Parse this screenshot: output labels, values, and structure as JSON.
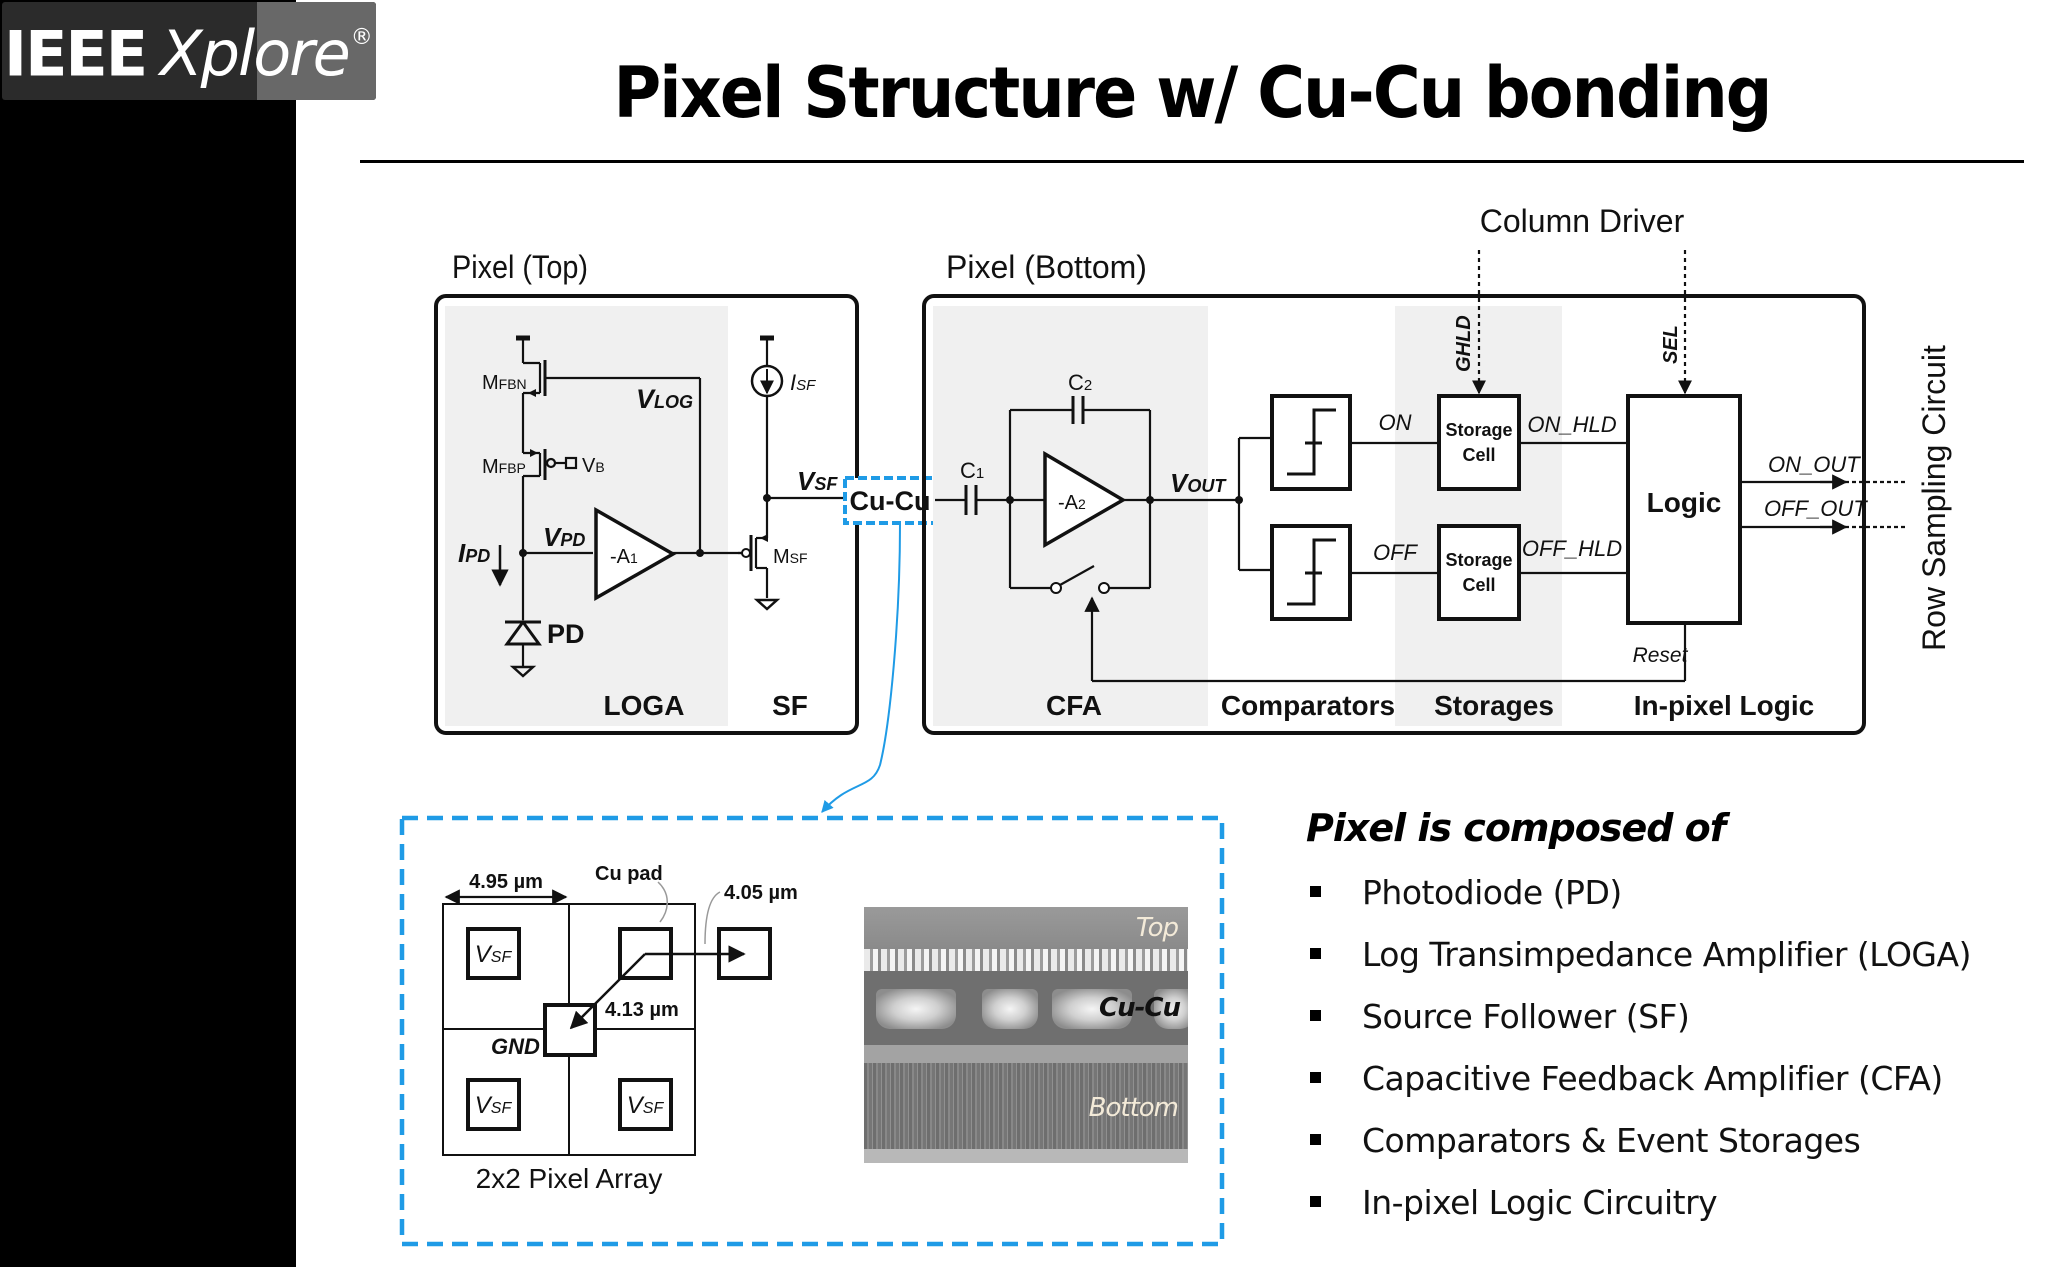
{
  "logo": {
    "brand": "IEEE",
    "product": "Xplore",
    "registered": "®"
  },
  "slide": {
    "title": "Pixel Structure w/ Cu-Cu bonding"
  },
  "diagram": {
    "pixel_top": {
      "label": "Pixel (Top)",
      "sections": [
        "LOGA",
        "SF"
      ],
      "components": {
        "mfbn": "M",
        "mfbn_sub": "FBN",
        "mfbp": "M",
        "mfbp_sub": "FBP",
        "vb": "V",
        "vb_sub": "B",
        "vlog": "V",
        "vlog_sub": "LOG",
        "vpd": "V",
        "vpd_sub": "PD",
        "ipd": "I",
        "ipd_sub": "PD",
        "pd": "PD",
        "amp1": "-A",
        "amp1_sub": "1",
        "isf": "I",
        "isf_sub": "SF",
        "vsf": "V",
        "vsf_sub": "SF",
        "msf": "M",
        "msf_sub": "SF"
      }
    },
    "cu_cu": "Cu-Cu",
    "pixel_bottom": {
      "label": "Pixel (Bottom)",
      "sections": [
        "CFA",
        "Comparators",
        "Storages",
        "In-pixel Logic"
      ],
      "components": {
        "c1": "C",
        "c1_sub": "1",
        "c2": "C",
        "c2_sub": "2",
        "amp2": "-A",
        "amp2_sub": "2",
        "vout": "V",
        "vout_sub": "OUT",
        "on": "ON",
        "off": "OFF",
        "storage_cell_line1": "Storage",
        "storage_cell_line2": "Cell",
        "on_hld": "ON_HLD",
        "off_hld": "OFF_HLD",
        "logic": "Logic",
        "ghld": "GHLD",
        "sel": "SEL",
        "reset": "Reset",
        "on_out": "ON_OUT",
        "off_out": "OFF_OUT"
      }
    },
    "column_driver": "Column Driver",
    "row_sampling": "Row Sampling Circuit"
  },
  "inset": {
    "dim_pitch": "4.95 µm",
    "cu_pad": "Cu pad",
    "dim_horizontal": "4.05 µm",
    "dim_diagonal": "4.13 µm",
    "gnd": "GND",
    "vsf": "V",
    "vsf_sub": "SF",
    "array_label": "2x2 Pixel Array",
    "sem_labels": {
      "top": "Top",
      "cu": "Cu-Cu",
      "bottom": "Bottom"
    }
  },
  "composition": {
    "heading": "Pixel is composed of",
    "items": [
      "Photodiode (PD)",
      "Log Transimpedance Amplifier (LOGA)",
      "Source Follower (SF)",
      "Capacitive Feedback Amplifier (CFA)",
      "Comparators & Event Storages",
      "In-pixel Logic Circuitry"
    ]
  },
  "colors": {
    "accent_blue": "#1f9be6",
    "section_shade": "#f0f0f0"
  }
}
